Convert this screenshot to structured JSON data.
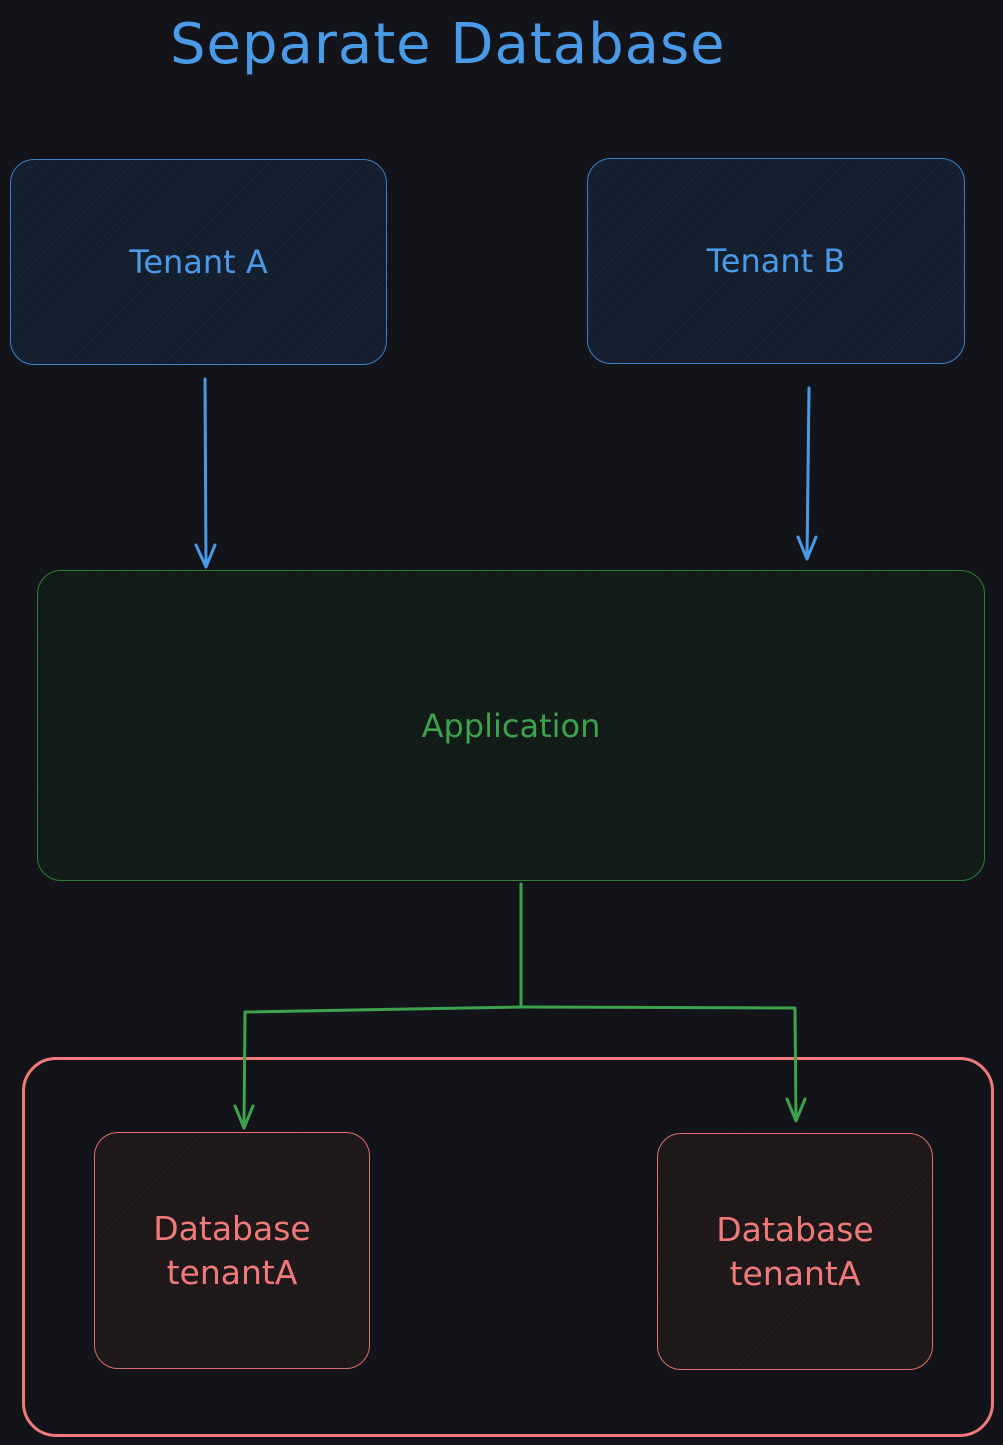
{
  "title": "Separate Database",
  "nodes": {
    "tenant_a": {
      "label": "Tenant A"
    },
    "tenant_b": {
      "label": "Tenant B"
    },
    "application": {
      "label": "Application"
    },
    "database_1": {
      "label": "Database\ntenantA"
    },
    "database_2": {
      "label": "Database\ntenantA"
    }
  },
  "edges": [
    {
      "from": "tenant_a",
      "to": "application"
    },
    {
      "from": "tenant_b",
      "to": "application"
    },
    {
      "from": "application",
      "to": "database_1"
    },
    {
      "from": "application",
      "to": "database_2"
    }
  ],
  "colors": {
    "background": "#121419",
    "tenant": "#4a9ae8",
    "application": "#3da14e",
    "database": "#f07a7a"
  }
}
